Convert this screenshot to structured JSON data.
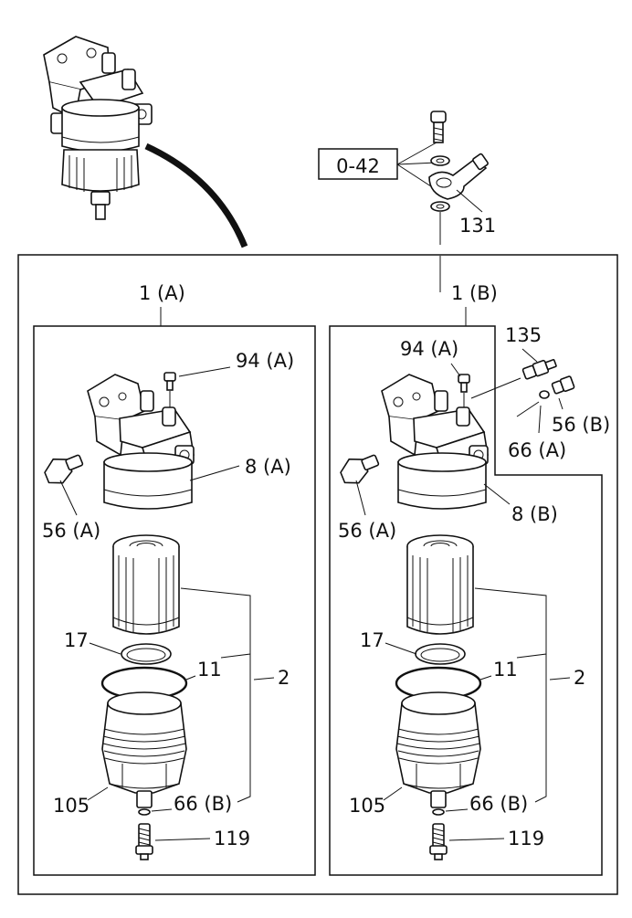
{
  "labels": {
    "ref_box": "0-42",
    "part_131": "131",
    "assembly_a": "1 (A)",
    "assembly_b": "1 (B)",
    "a_94": "94 (A)",
    "a_8": "8 (A)",
    "a_56": "56 (A)",
    "a_17": "17",
    "a_11": "11",
    "a_2": "2",
    "a_105": "105",
    "a_66b": "66 (B)",
    "a_119": "119",
    "b_94": "94 (A)",
    "b_135": "135",
    "b_56b": "56 (B)",
    "b_66a": "66 (A)",
    "b_8": "8 (B)",
    "b_56a": "56 (A)",
    "b_17": "17",
    "b_11": "11",
    "b_2": "2",
    "b_105": "105",
    "b_66b": "66 (B)",
    "b_119": "119"
  }
}
